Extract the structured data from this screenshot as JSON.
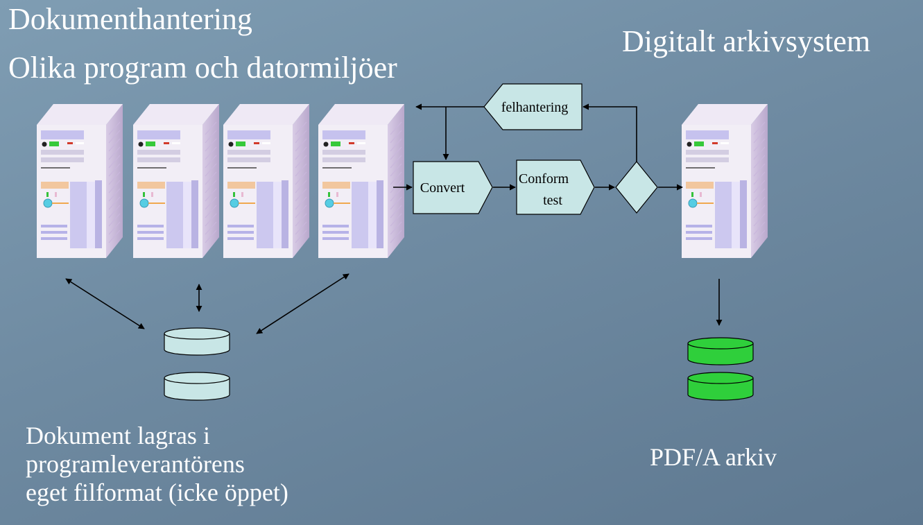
{
  "title": {
    "line1": "Dokumenthantering",
    "line2": "Olika program och datormiljöer"
  },
  "archive_title": "Digitalt arkivsystem",
  "nodes": {
    "error_handling": "felhantering",
    "convert": "Convert",
    "conform_line1": "Conform",
    "conform_line2": "test"
  },
  "captions": {
    "left": [
      "Dokument lagras i",
      "programleverantörens",
      "eget filformat (icke öppet)"
    ],
    "right": "PDF/A arkiv"
  },
  "colors": {
    "process_fill": "#c8e6e6",
    "archive_disk_fill": "#2fcf3b",
    "source_disk_fill": "#c8e6e6"
  },
  "icons": [
    "server-tower-icon",
    "database-disk-icon"
  ]
}
